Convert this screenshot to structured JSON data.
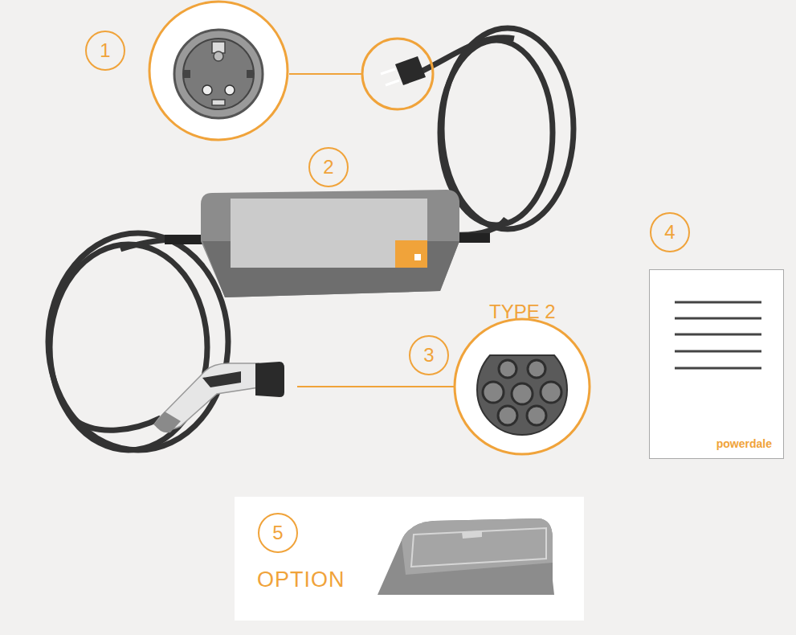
{
  "diagram": {
    "nodes": [
      {
        "text": [
          "1"
        ]
      },
      {
        "text": [
          "2"
        ]
      },
      {
        "text": [
          "4"
        ]
      },
      {
        "text": [
          "3"
        ]
      },
      {
        "text": [
          "powerdale"
        ]
      },
      {
        "text": [
          "OPTION"
        ]
      },
      {
        "text": [
          "5"
        ],
        "in": 5
      }
    ],
    "labels": [
      "TYPE 2"
    ]
  }
}
